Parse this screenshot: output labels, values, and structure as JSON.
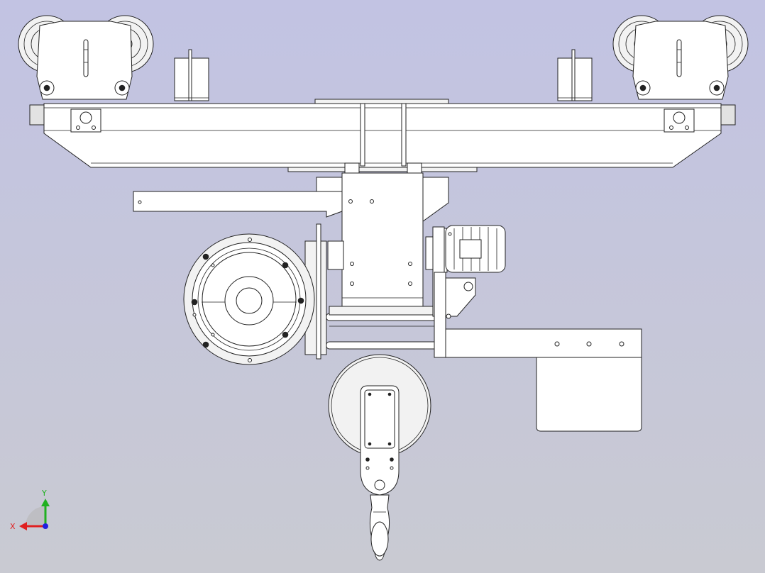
{
  "viewport": {
    "background_top": "#c2c3e3",
    "background_bottom": "#c9cad2"
  },
  "model": {
    "view": "front",
    "subject": "hoist-trolley-assembly"
  },
  "triad": {
    "x_label": "X",
    "y_label": "Y",
    "x_color": "#e02020",
    "y_color": "#20b020",
    "z_color": "#2020e0"
  }
}
